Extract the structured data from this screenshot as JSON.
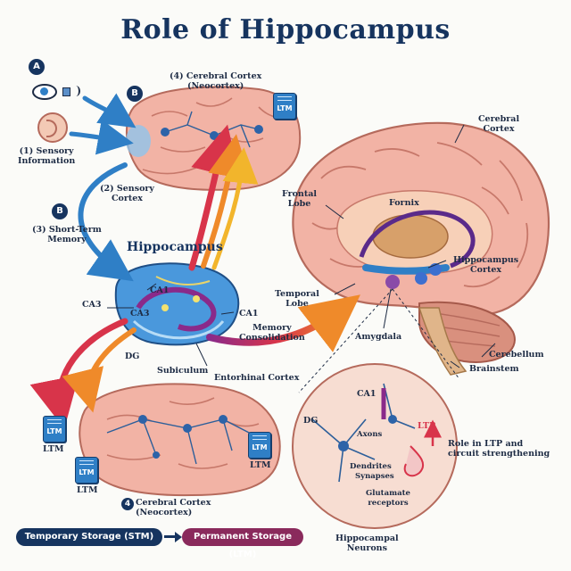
{
  "title": "Role of Hippocampus",
  "badges": {
    "a": "A",
    "b1": "B",
    "b2": "B",
    "four": "4"
  },
  "labels": {
    "cortex_top": "(4) Cerebral Cortex\n(Neocortex)",
    "sensory_info": "(1) Sensory\nInformation",
    "sensory_cortex": "(2) Sensory\nCortex",
    "stm": "(3) Short-Term\nMemory",
    "hippocampus": "Hippocampus",
    "ca1_a": "CA1",
    "ca3_a": "CA3",
    "ca3_b": "CA3",
    "ca1_b": "CA1",
    "dg": "DG",
    "subiculum": "Subiculum",
    "entorhinal": "Entorhinal Cortex",
    "memory_consolidation": "Memory\nConsolidation",
    "cerebral_cortex": "Cerebral\nCortex",
    "frontal_lobe": "Frontal\nLobe",
    "fornix": "Fornix",
    "hippocampus_cortex": "Hippocampus\nCortex",
    "temporal_lobe": "Temporal\nLobe",
    "amygdala": "Amygdala",
    "cerebellum": "Cerebellum",
    "brainstem": "Brainstem",
    "cortex_bottom": "Cerebral Cortex\n(Neocortex)",
    "ltm_left": "LTM",
    "ltm_left2": "LTM",
    "ltm_right": "LTM",
    "inset_ca1": "CA1",
    "inset_dg": "DG",
    "axons": "Axons",
    "ltp": "LTP",
    "dendrites": "Dendrites",
    "synapses": "Synapses",
    "glutamate": "Glutamate\nreceptors",
    "ltp_role": "Role in LTP and\ncircuit strengthening",
    "hippocampal_neurons": "Hippocampal\nNeurons"
  },
  "ltm_icons": {
    "top": "LTM",
    "left": "LTM",
    "left2": "LTM",
    "right": "LTM"
  },
  "legend": {
    "stm": "Temporary Storage (STM)",
    "ltm": "Permanent Storage (LTM)"
  },
  "colors": {
    "navy": "#16345f",
    "brain_pink": "#f2b3a5",
    "hippo_blue": "#3d8ed6",
    "legend_ltm": "#8a2a5c",
    "ltm_icon": "#2f7fc6"
  }
}
